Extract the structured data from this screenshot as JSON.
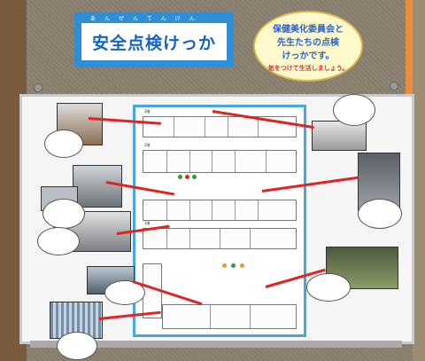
{
  "title": {
    "text": "安全点検けっか",
    "ruby": "あんぜんてんけん"
  },
  "note": {
    "line1": "保健美化委員会と",
    "line2": "先生たちの点検",
    "line3": "けっかです。",
    "line4": "気をつけて生活しましょう。"
  },
  "map": {
    "floor3": "3階",
    "floor2": "2階",
    "floor1": "1階"
  },
  "colors": {
    "accent": "#2e8fd6",
    "arrow": "#e02323",
    "map_border": "#49a6d8"
  }
}
